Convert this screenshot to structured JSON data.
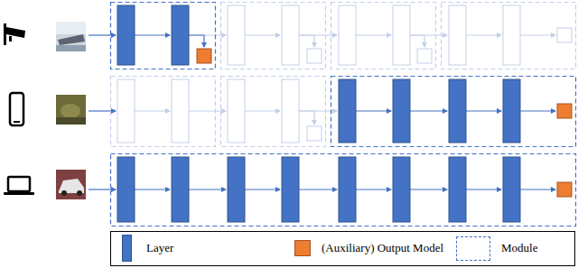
{
  "diagram": {
    "legend": [
      {
        "text": "Layer",
        "color": "#4472c4"
      },
      {
        "text": "(Auxiliary) Output Model",
        "color": "#ed7d31"
      },
      {
        "text": "Module"
      }
    ]
  }
}
